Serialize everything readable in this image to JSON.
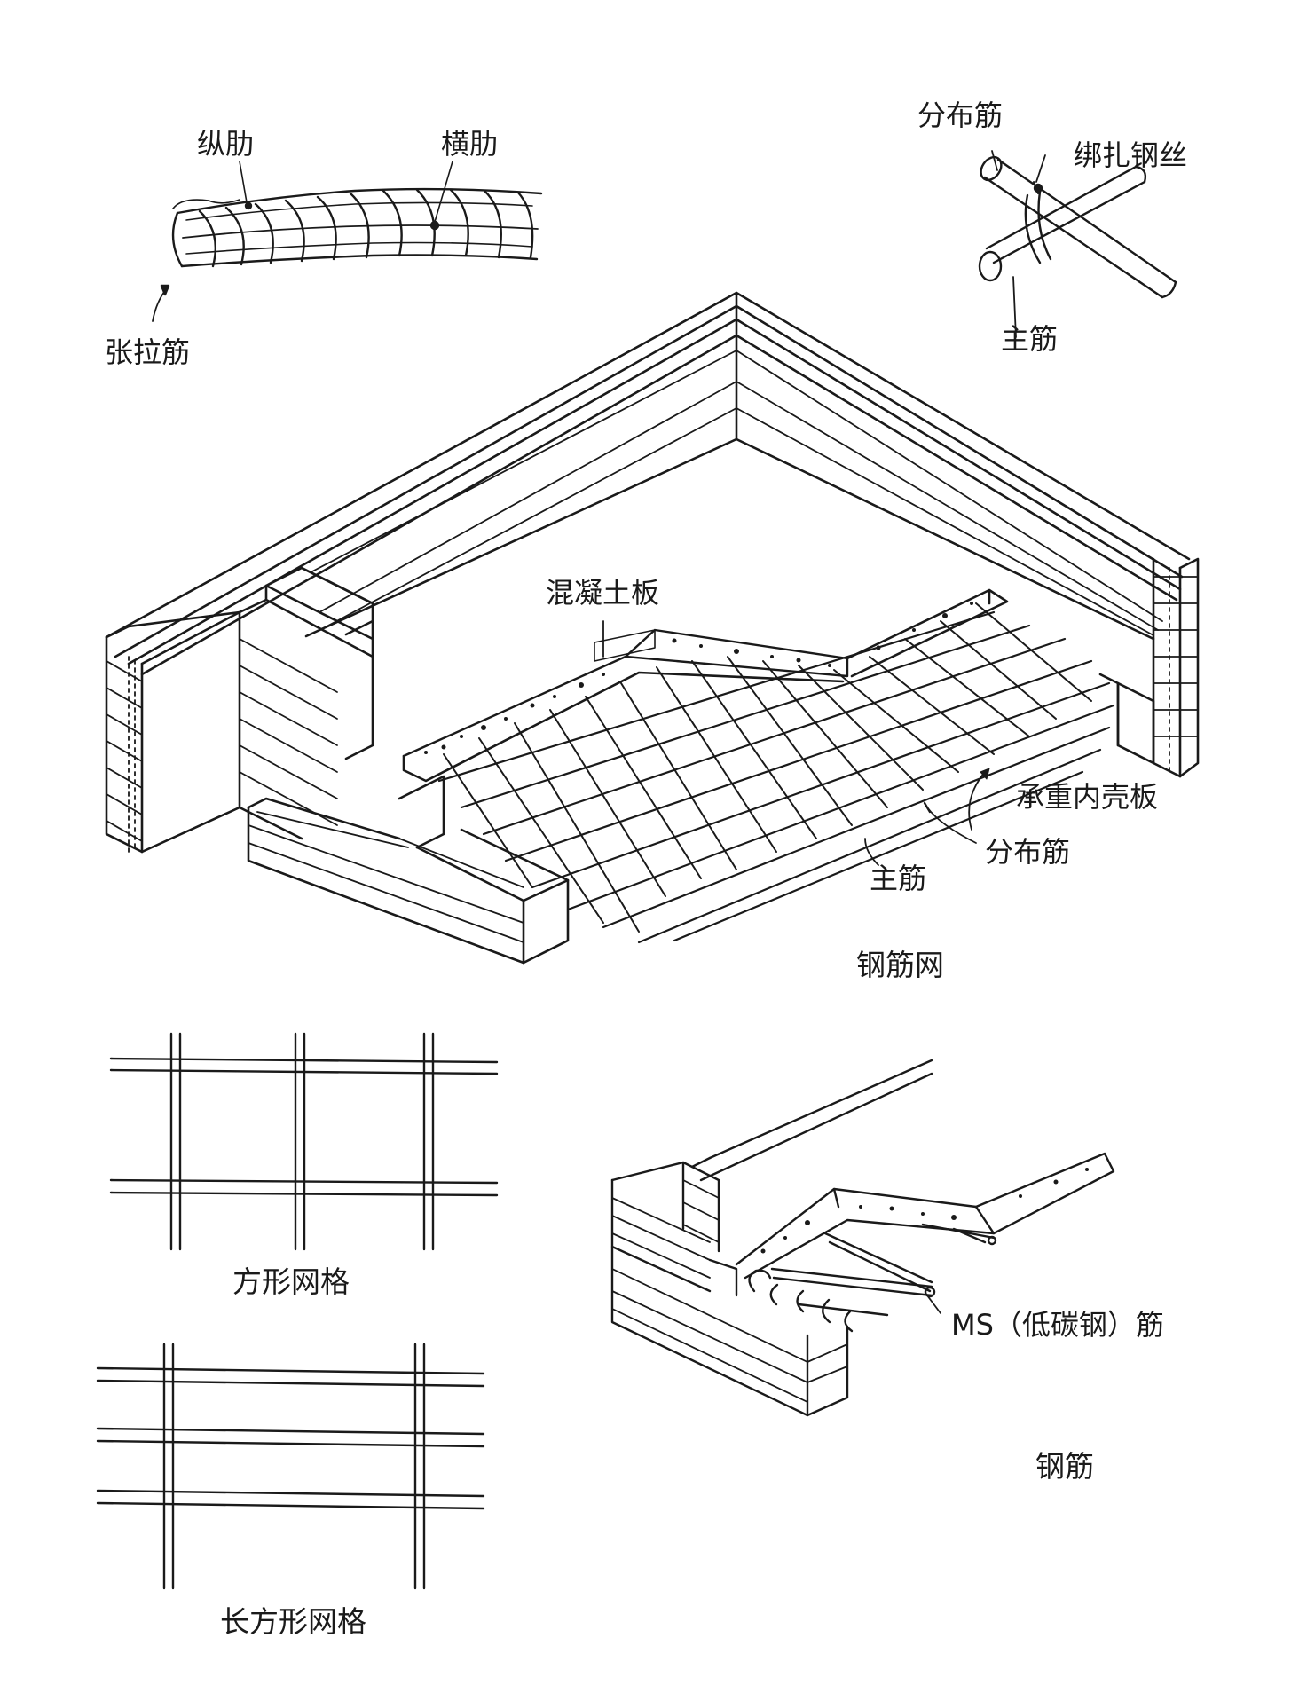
{
  "colors": {
    "ink": "#1a1a1a",
    "paper": "#ffffff",
    "concrete": "#f2f2f2"
  },
  "figure_top_left": {
    "label_longitudinal_rib": "纵肋",
    "label_transverse_rib": "横肋",
    "label_tension_bar": "张拉筋"
  },
  "figure_top_right": {
    "label_distribution_bar": "分布筋",
    "label_tie_wire": "绑扎钢丝",
    "label_main_bar": "主筋"
  },
  "figure_main": {
    "label_concrete_slab": "混凝土板",
    "label_bearing_shell": "承重内壳板",
    "label_distribution_bar": "分布筋",
    "label_main_bar": "主筋",
    "caption": "钢筋网"
  },
  "figure_square_grid": {
    "caption": "方形网格"
  },
  "figure_rect_grid": {
    "caption": "长方形网格"
  },
  "figure_bottom_right": {
    "label_ms_bar": "MS（低碳钢）筋",
    "caption": "钢筋"
  }
}
